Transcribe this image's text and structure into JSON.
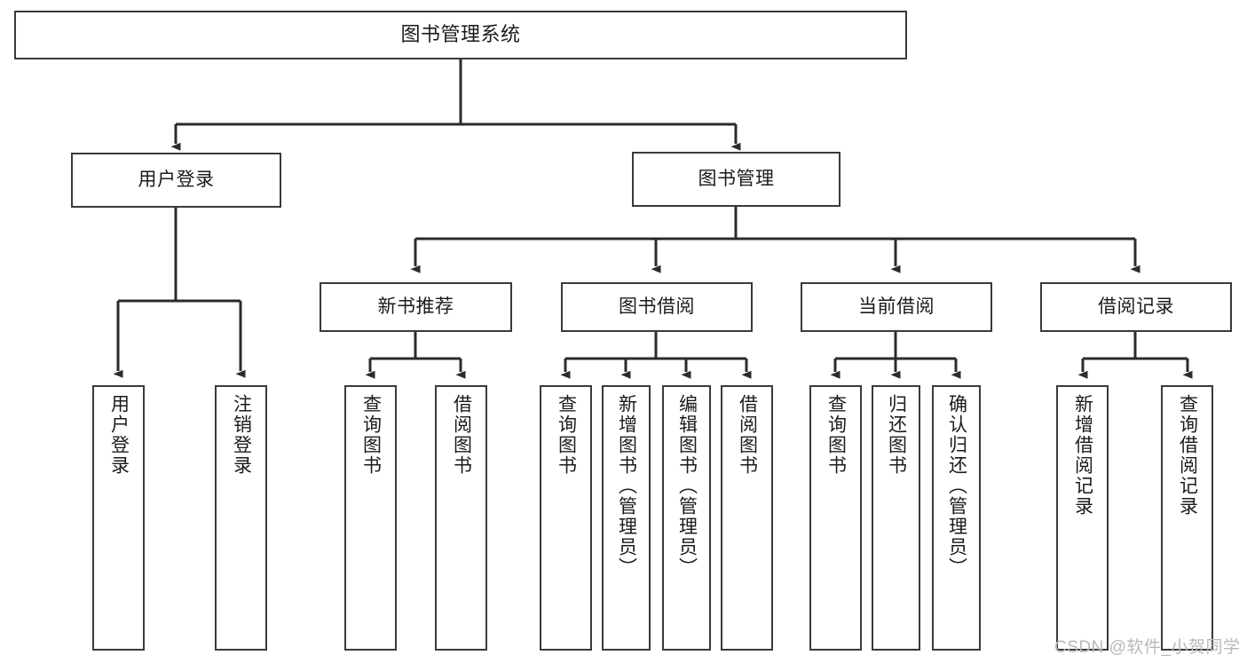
{
  "diagram": {
    "title": "图书管理系统",
    "type": "tree-hierarchy-chart",
    "watermark": "CSDN @软件_小贺同学",
    "colors": {
      "node_border": "#3a3a3a",
      "node_fill": "#ffffff",
      "edge": "#2b2b2b",
      "text": "#1b1b1b",
      "watermark": "#b9b9b9",
      "background": "#ffffff"
    },
    "nodes": {
      "root": {
        "label": "图书管理系统"
      },
      "level1": [
        {
          "id": "user-login",
          "label": "用户登录"
        },
        {
          "id": "book-manage",
          "label": "图书管理"
        }
      ],
      "level2": [
        {
          "id": "new-book-recommend",
          "label": "新书推荐"
        },
        {
          "id": "book-borrow",
          "label": "图书借阅"
        },
        {
          "id": "current-borrow",
          "label": "当前借阅"
        },
        {
          "id": "borrow-record",
          "label": "借阅记录"
        }
      ],
      "leaves": {
        "user-login": [
          {
            "id": "leaf-user-login",
            "label": "用户登录"
          },
          {
            "id": "leaf-user-logout",
            "label": "注销登录"
          }
        ],
        "new-book-recommend": [
          {
            "id": "leaf-query-book-1",
            "label": "查询图书"
          },
          {
            "id": "leaf-borrow-book-1",
            "label": "借阅图书"
          }
        ],
        "book-borrow": [
          {
            "id": "leaf-query-book-2",
            "label": "查询图书"
          },
          {
            "id": "leaf-add-book",
            "label": "新增图书（管理员）"
          },
          {
            "id": "leaf-edit-book",
            "label": "编辑图书（管理员）"
          },
          {
            "id": "leaf-borrow-book-2",
            "label": "借阅图书"
          }
        ],
        "current-borrow": [
          {
            "id": "leaf-query-book-3",
            "label": "查询图书"
          },
          {
            "id": "leaf-return-book",
            "label": "归还图书"
          },
          {
            "id": "leaf-confirm-return",
            "label": "确认归还（管理员）"
          }
        ],
        "borrow-record": [
          {
            "id": "leaf-add-record",
            "label": "新增借阅记录"
          },
          {
            "id": "leaf-query-record",
            "label": "查询借阅记录"
          }
        ]
      }
    }
  }
}
